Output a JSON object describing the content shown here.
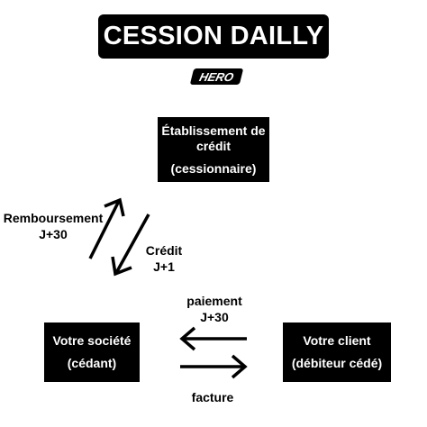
{
  "title": "CESSION DAILLY",
  "logo_text": "HERO",
  "nodes": {
    "bank": {
      "line1": "Établissement de",
      "line2": "crédit",
      "line3": "(cessionnaire)"
    },
    "company": {
      "line1": "Votre société",
      "line2": "(cédant)"
    },
    "client": {
      "line1": "Votre client",
      "line2": "(débiteur cédé)"
    }
  },
  "edges": {
    "remboursement": {
      "line1": "Remboursement",
      "line2": "J+30"
    },
    "credit": {
      "line1": "Crédit",
      "line2": "J+1"
    },
    "paiement": {
      "line1": "paiement",
      "line2": "J+30"
    },
    "facture": {
      "line1": "facture"
    }
  },
  "colors": {
    "background": "#ffffff",
    "box": "#000000",
    "box_text": "#ffffff"
  }
}
